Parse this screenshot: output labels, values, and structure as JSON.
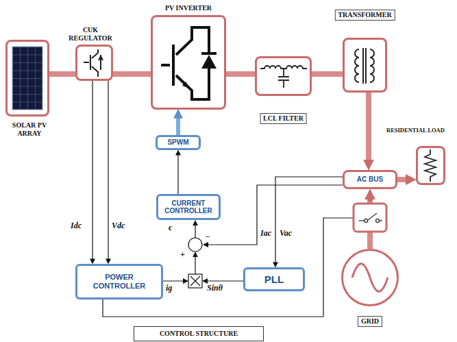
{
  "diagram": {
    "nodes": [
      {
        "text": [
          "SOLAR PV ARRAY"
        ]
      },
      {
        "text": [
          "CUK REGULATOR"
        ]
      },
      {
        "text": [
          "PV INVERTER"
        ]
      },
      {
        "text": [
          "LCL FILTER"
        ]
      },
      {
        "text": [
          "TRANSFORMER"
        ]
      },
      {
        "text": [
          "RESIDENTIAL LOAD"
        ]
      },
      {
        "text": [
          "AC BUS"
        ]
      },
      {
        "text": [
          "SPWM"
        ]
      },
      {
        "text": [
          "CURRENT CONTROLLER"
        ]
      },
      {
        "text": [
          "POWER CONTROLLER"
        ]
      },
      {
        "text": [
          "PLL"
        ]
      },
      {
        "text": [
          "GRID"
        ]
      },
      {
        "text": [
          "CONTROL STRUCTURE"
        ]
      }
    ],
    "edges": [
      {
        "from": 0,
        "to": 1,
        "arrow": "none"
      },
      {
        "from": 1,
        "to": 2,
        "arrow": "none"
      },
      {
        "from": 2,
        "to": 3,
        "arrow": "none"
      },
      {
        "from": 3,
        "to": 4,
        "arrow": "none"
      },
      {
        "from": 4,
        "to": 6,
        "arrow": "to"
      },
      {
        "from": 6,
        "to": 5,
        "arrow": "to"
      },
      {
        "from": 11,
        "to": 6,
        "arrow": "to"
      },
      {
        "from": 1,
        "to": 9,
        "label": "Idc",
        "arrow": "to"
      },
      {
        "from": 1,
        "to": 9,
        "label": "Vdc",
        "arrow": "to"
      },
      {
        "from": 8,
        "to": 7,
        "arrow": "to"
      },
      {
        "from": 7,
        "to": 2,
        "arrow": "to"
      },
      {
        "from": 6,
        "to": 10,
        "label": "Vac",
        "arrow": "to"
      }
    ],
    "labels": [
      "ϵ",
      "+",
      "−",
      "Iac",
      "ig",
      "Sinθ"
    ]
  }
}
